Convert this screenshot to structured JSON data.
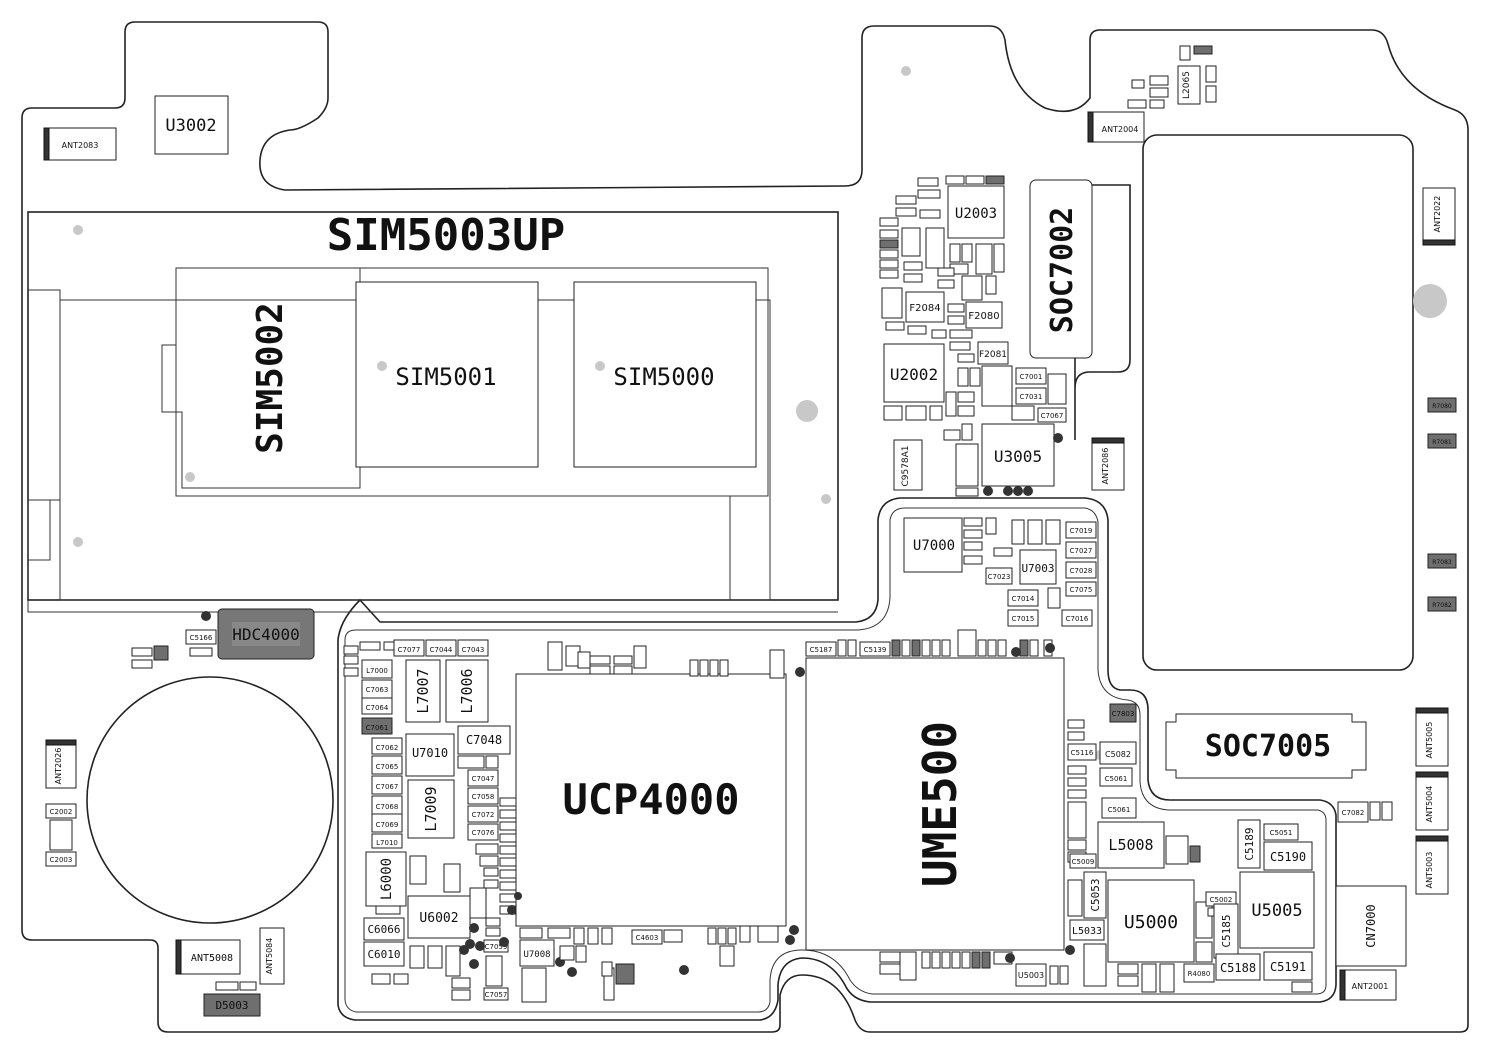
{
  "labels": {
    "sim5003up": "SIM5003UP",
    "sim5002": "SIM5002",
    "sim5001": "SIM5001",
    "sim5000": "SIM5000",
    "u3002": "U3002",
    "ant2083": "ANT2083",
    "ant2004": "ANT2004",
    "ant2022": "ANT2022",
    "l2065": "L2065",
    "u2003": "U2003",
    "soc7002": "SOC7002",
    "f2084": "F2084",
    "f2080": "F2080",
    "f2081": "F2081",
    "u2002": "U2002",
    "u3005": "U3005",
    "c9578a1": "C9578A1",
    "ant2086": "ANT2086",
    "u7000": "U7000",
    "u7003": "U7003",
    "hdc4000": "HDC4000",
    "c5166": "C5166",
    "l7007": "L7007",
    "l7006": "L7006",
    "u7010": "U7010",
    "c7048": "C7048",
    "l7009": "L7009",
    "l6000": "L6000",
    "u6002": "U6002",
    "c6066": "C6066",
    "c6010": "C6010",
    "ucp4000": "UCP4000",
    "ume500": "UME500",
    "soc7005": "SOC7005",
    "l5008": "L5008",
    "c5053": "C5053",
    "u5000": "U5000",
    "u5005": "U5005",
    "c5190": "C5190",
    "c5189": "C5189",
    "c5185": "C5185",
    "c5188": "C5188",
    "c5191": "C5191",
    "l5033": "L5033",
    "u5003": "U5003",
    "ant2026": "ANT2026",
    "c2002": "C2002",
    "c2003": "C2003",
    "ant5008": "ANT5008",
    "ant5084": "ANT5084",
    "d5003": "D5003",
    "ant5005": "ANT5005",
    "ant5004": "ANT5004",
    "ant5003": "ANT5003",
    "cn7000": "CN7000",
    "ant2001": "ANT2001",
    "u7008": "U7008",
    "c7082": "C7082",
    "c5082": "C5082",
    "c5187": "C5187",
    "c5139": "C5139",
    "c7803": "C7803",
    "r7080": "R7080",
    "r7081": "R7081",
    "r7083": "R7083",
    "r7082": "R7082"
  },
  "small_labels": {
    "c7077": "C7077",
    "c7044": "C7044",
    "c7043": "C7043",
    "l7000": "L7000",
    "c7063": "C7063",
    "c7064": "C7064",
    "c7061": "C7061",
    "c7062": "C7062",
    "c7065": "C7065",
    "c7067": "C7067",
    "c7068": "C7068",
    "c7069": "C7069",
    "l7010": "L7010",
    "c7047": "C7047",
    "c7058": "C7058",
    "c7072": "C7072",
    "c7076": "C7076",
    "c7019": "C7019",
    "c7027": "C7027",
    "c7028": "C7028",
    "c7023": "C7023",
    "c7014": "C7014",
    "c7015": "C7015",
    "c7075": "C7075",
    "c7016": "C7016",
    "c7001": "C7001",
    "c7031": "C7031",
    "c7067b": "C7067",
    "c5116": "C5116",
    "c5061": "C5061",
    "c5061b": "C5061",
    "c5009": "C5009",
    "c4603": "C4603",
    "c7057": "C7057",
    "c7059": "C7059",
    "c5051": "C5051",
    "c5002": "C5002",
    "r4080": "R4080"
  }
}
